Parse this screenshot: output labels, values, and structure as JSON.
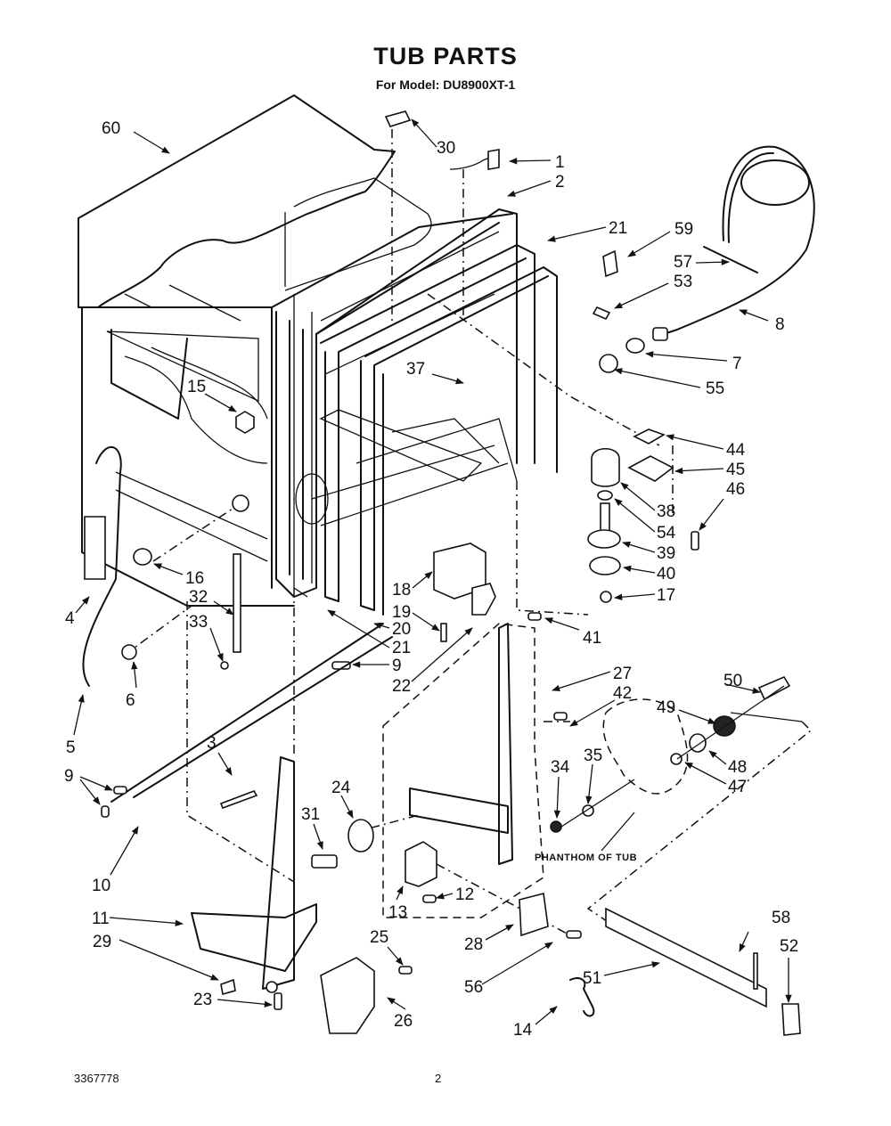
{
  "header": {
    "title": "TUB PARTS",
    "subtitle": "For Model: DU8900XT-1"
  },
  "footer": {
    "document_number": "3367778",
    "page_number": "2"
  },
  "annotations": {
    "phantom_note": "PHANTHOM OF TUB"
  },
  "callouts": [
    {
      "id": "c60",
      "label": "60"
    },
    {
      "id": "c30",
      "label": "30"
    },
    {
      "id": "c1",
      "label": "1"
    },
    {
      "id": "c2",
      "label": "2"
    },
    {
      "id": "c21a",
      "label": "21"
    },
    {
      "id": "c59",
      "label": "59"
    },
    {
      "id": "c57",
      "label": "57"
    },
    {
      "id": "c53",
      "label": "53"
    },
    {
      "id": "c8",
      "label": "8"
    },
    {
      "id": "c7",
      "label": "7"
    },
    {
      "id": "c55",
      "label": "55"
    },
    {
      "id": "c37",
      "label": "37"
    },
    {
      "id": "c15",
      "label": "15"
    },
    {
      "id": "c44",
      "label": "44"
    },
    {
      "id": "c45",
      "label": "45"
    },
    {
      "id": "c46",
      "label": "46"
    },
    {
      "id": "c38",
      "label": "38"
    },
    {
      "id": "c54",
      "label": "54"
    },
    {
      "id": "c39",
      "label": "39"
    },
    {
      "id": "c40",
      "label": "40"
    },
    {
      "id": "c17",
      "label": "17"
    },
    {
      "id": "c16",
      "label": "16"
    },
    {
      "id": "c4",
      "label": "4"
    },
    {
      "id": "c32",
      "label": "32"
    },
    {
      "id": "c33",
      "label": "33"
    },
    {
      "id": "c18",
      "label": "18"
    },
    {
      "id": "c19",
      "label": "19"
    },
    {
      "id": "c20",
      "label": "20"
    },
    {
      "id": "c21b",
      "label": "21"
    },
    {
      "id": "c41",
      "label": "41"
    },
    {
      "id": "c9a",
      "label": "9"
    },
    {
      "id": "c22",
      "label": "22"
    },
    {
      "id": "c27",
      "label": "27"
    },
    {
      "id": "c42",
      "label": "42"
    },
    {
      "id": "c50",
      "label": "50"
    },
    {
      "id": "c49",
      "label": "49"
    },
    {
      "id": "c6",
      "label": "6"
    },
    {
      "id": "c5",
      "label": "5"
    },
    {
      "id": "c3",
      "label": "3"
    },
    {
      "id": "c9b",
      "label": "9"
    },
    {
      "id": "c35",
      "label": "35"
    },
    {
      "id": "c48",
      "label": "48"
    },
    {
      "id": "c47",
      "label": "47"
    },
    {
      "id": "c24",
      "label": "24"
    },
    {
      "id": "c34",
      "label": "34"
    },
    {
      "id": "c31",
      "label": "31"
    },
    {
      "id": "c10",
      "label": "10"
    },
    {
      "id": "c13",
      "label": "13"
    },
    {
      "id": "c12",
      "label": "12"
    },
    {
      "id": "c11",
      "label": "11"
    },
    {
      "id": "c29",
      "label": "29"
    },
    {
      "id": "c25",
      "label": "25"
    },
    {
      "id": "c28",
      "label": "28"
    },
    {
      "id": "c58",
      "label": "58"
    },
    {
      "id": "c52",
      "label": "52"
    },
    {
      "id": "c56",
      "label": "56"
    },
    {
      "id": "c51",
      "label": "51"
    },
    {
      "id": "c23",
      "label": "23"
    },
    {
      "id": "c26",
      "label": "26"
    },
    {
      "id": "c14",
      "label": "14"
    }
  ]
}
